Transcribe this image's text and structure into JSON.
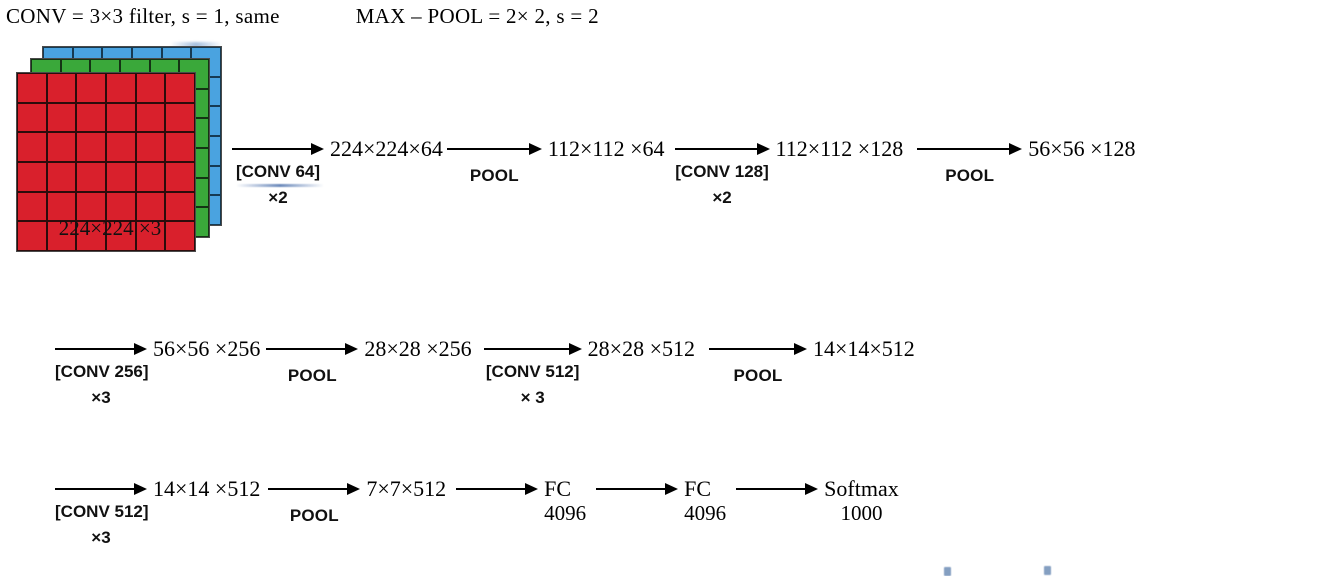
{
  "header": {
    "conv_spec": "CONV = 3×3  filter,  s = 1,  same",
    "pool_spec": "MAX – POOL = 2× 2,  s = 2"
  },
  "input_volume": {
    "caption": "224×224 ×3",
    "layers": [
      "blue",
      "green",
      "red"
    ],
    "grid": "6x6",
    "colors": {
      "red": "#d9202c",
      "green": "#3aa83a",
      "blue": "#4aa3e0"
    }
  },
  "rows": [
    {
      "name": "row-1",
      "steps": [
        {
          "kind": "arrow",
          "label1": "[CONV 64]",
          "label2": "×2",
          "underline": true
        },
        {
          "kind": "volume",
          "text": "224×224×64"
        },
        {
          "kind": "arrow",
          "label1": "POOL",
          "label2": ""
        },
        {
          "kind": "volume",
          "text": "112×112 ×64"
        },
        {
          "kind": "arrow",
          "label1": "[CONV 128]",
          "label2": "×2"
        },
        {
          "kind": "volume",
          "text": "112×112 ×128"
        },
        {
          "kind": "arrow",
          "label1": "POOL",
          "label2": ""
        },
        {
          "kind": "volume",
          "text": "56×56 ×128"
        }
      ]
    },
    {
      "name": "row-2",
      "steps": [
        {
          "kind": "arrow",
          "label1": "[CONV 256]",
          "label2": "×3"
        },
        {
          "kind": "volume",
          "text": "56×56 ×256"
        },
        {
          "kind": "arrow",
          "label1": "POOL",
          "label2": ""
        },
        {
          "kind": "volume",
          "text": "28×28 ×256"
        },
        {
          "kind": "arrow",
          "label1": "[CONV 512]",
          "label2": "× 3"
        },
        {
          "kind": "volume",
          "text": "28×28 ×512"
        },
        {
          "kind": "arrow",
          "label1": "POOL",
          "label2": ""
        },
        {
          "kind": "volume",
          "text": "14×14×512"
        }
      ]
    },
    {
      "name": "row-3",
      "steps": [
        {
          "kind": "arrow",
          "label1": "[CONV 512]",
          "label2": "×3"
        },
        {
          "kind": "volume",
          "text": "14×14 ×512"
        },
        {
          "kind": "arrow",
          "label1": "POOL",
          "label2": ""
        },
        {
          "kind": "volume",
          "text": "7×7×512"
        },
        {
          "kind": "arrow",
          "label1": "",
          "label2": ""
        },
        {
          "kind": "volume",
          "text": "FC",
          "sub": "4096"
        },
        {
          "kind": "arrow",
          "label1": "",
          "label2": ""
        },
        {
          "kind": "volume",
          "text": "FC",
          "sub": "4096"
        },
        {
          "kind": "arrow",
          "label1": "",
          "label2": ""
        },
        {
          "kind": "volume",
          "text": "Softmax",
          "sub": "1000"
        }
      ]
    }
  ]
}
